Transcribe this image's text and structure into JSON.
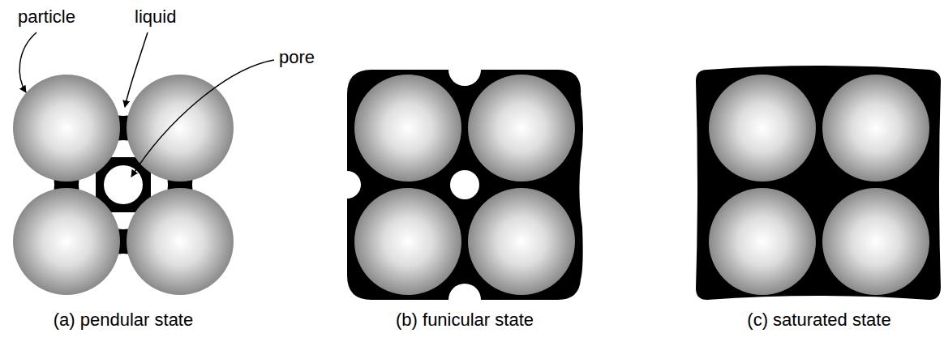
{
  "diagram": {
    "labels": [
      "particle",
      "liquid",
      "pore",
      "(a) pendular state",
      "(b) funicular state",
      "(c) saturated state"
    ]
  }
}
